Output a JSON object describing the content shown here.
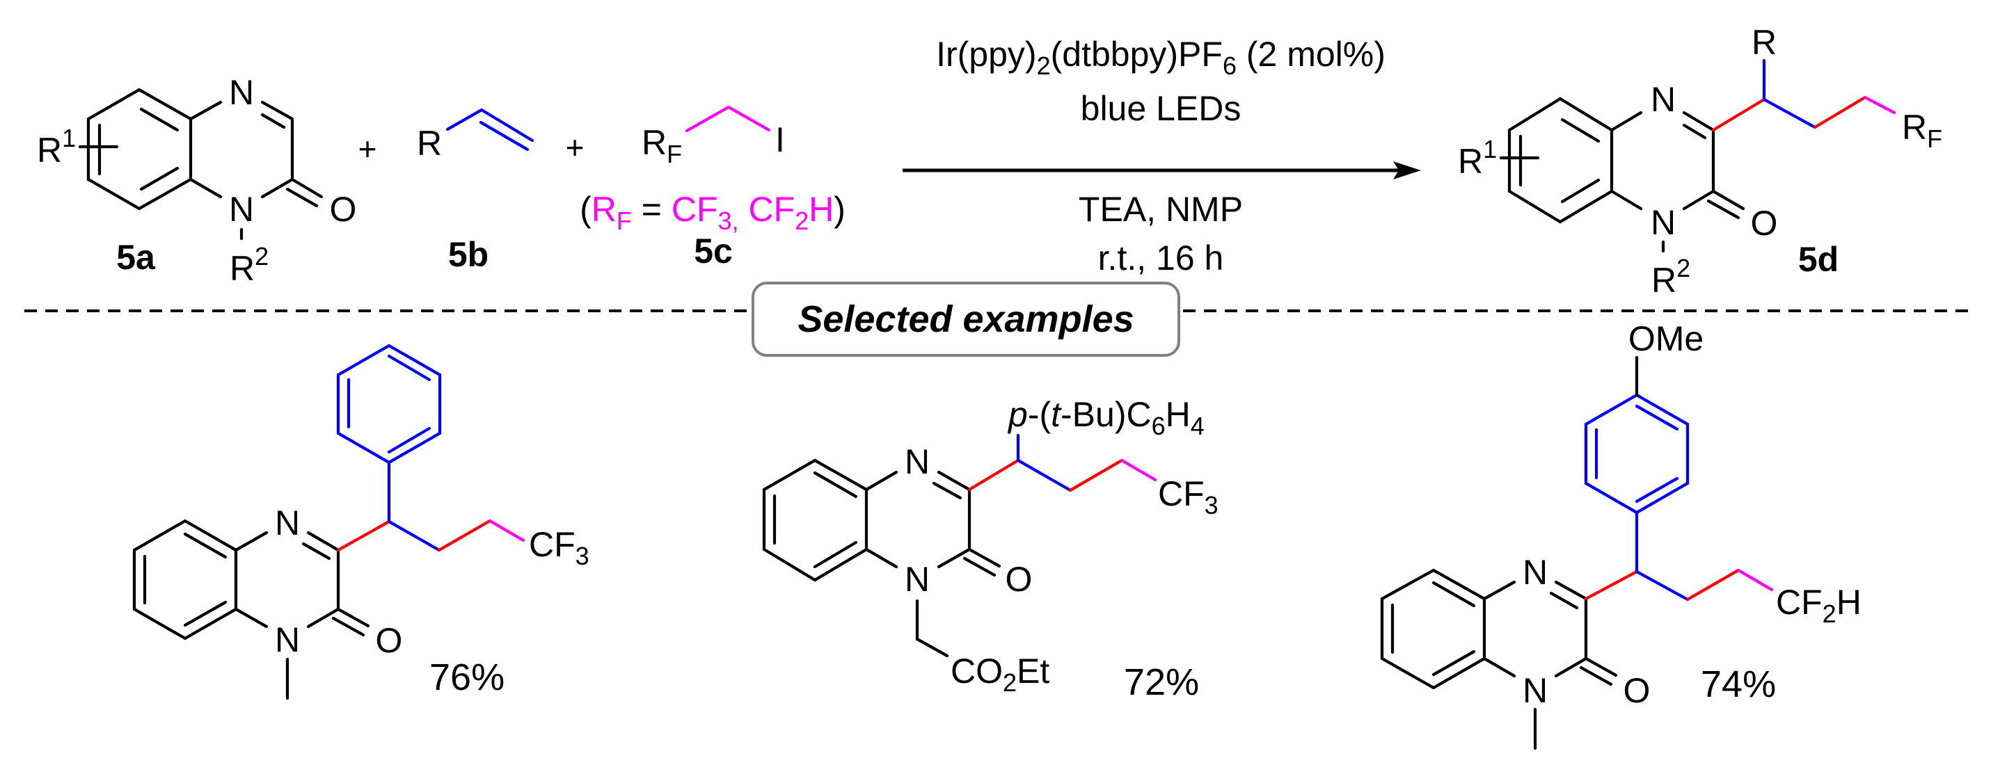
{
  "scheme": {
    "reactants": {
      "r5a": {
        "label": "5a",
        "substituent_ring": "R",
        "substituent_ring_sup": "1",
        "substituent_n": "R",
        "substituent_n_sup": "2",
        "atom_n_top": "N",
        "atom_n_bottom": "N",
        "atom_o": "O"
      },
      "plus_1": "+",
      "r5b": {
        "label": "5b",
        "group": "R"
      },
      "plus_2": "+",
      "r5c": {
        "label": "5c",
        "group": "R",
        "group_sub": "F",
        "leaving_group": "I",
        "definition": {
          "open": "(",
          "rf": "R",
          "rf_sub": "F",
          "equals": " = ",
          "opt1": "CF",
          "opt1_sub": "3,",
          "opt2": " CF",
          "opt2_sub": "2",
          "opt2_tail": "H",
          "close": ")"
        }
      }
    },
    "conditions": {
      "above": {
        "catalyst_a": "Ir(ppy)",
        "catalyst_a_sub": "2",
        "catalyst_b": "(dtbbpy)PF",
        "catalyst_b_sub": "6",
        "catalyst_loading": " (2 mol%)",
        "light": "blue LEDs"
      },
      "below": {
        "reagents": "TEA, NMP",
        "temp_time": "r.t., 16 h"
      }
    },
    "product": {
      "label": "5d",
      "substituent_ring": "R",
      "substituent_ring_sup": "1",
      "substituent_n": "R",
      "substituent_n_sup": "2",
      "side_group": "R",
      "fluoro_group": "R",
      "fluoro_group_sub": "F",
      "atom_n_top": "N",
      "atom_n_bottom": "N",
      "atom_o": "O"
    },
    "divider_label": "Selected examples"
  },
  "examples": [
    {
      "aryl": "phenyl",
      "fluoro_group": "CF",
      "fluoro_group_sub": "3",
      "n_substituent": "methyl",
      "yield": "76%"
    },
    {
      "aryl_label_p": "p",
      "aryl_label_mid": "-(",
      "aryl_label_t": "t",
      "aryl_label_rest": "-Bu)C",
      "aryl_label_sub1": "6",
      "aryl_label_h": "H",
      "aryl_label_sub2": "4",
      "fluoro_group": "CF",
      "fluoro_group_sub": "3",
      "n_substituent_a": "CO",
      "n_substituent_sub": "2",
      "n_substituent_b": "Et",
      "yield": "72%"
    },
    {
      "aryl_substituent": "OMe",
      "fluoro_group": "CF",
      "fluoro_group_sub": "2",
      "fluoro_group_tail": "H",
      "n_substituent": "methyl",
      "yield": "74%"
    }
  ],
  "atoms": {
    "N": "N",
    "O": "O"
  },
  "colors": {
    "core": "#000000",
    "alkene_fragment": "#0000ff",
    "new_bond": "#ff0000",
    "fluoroalkyl_fragment": "#ff00ff",
    "divider_box_border": "#808080"
  }
}
